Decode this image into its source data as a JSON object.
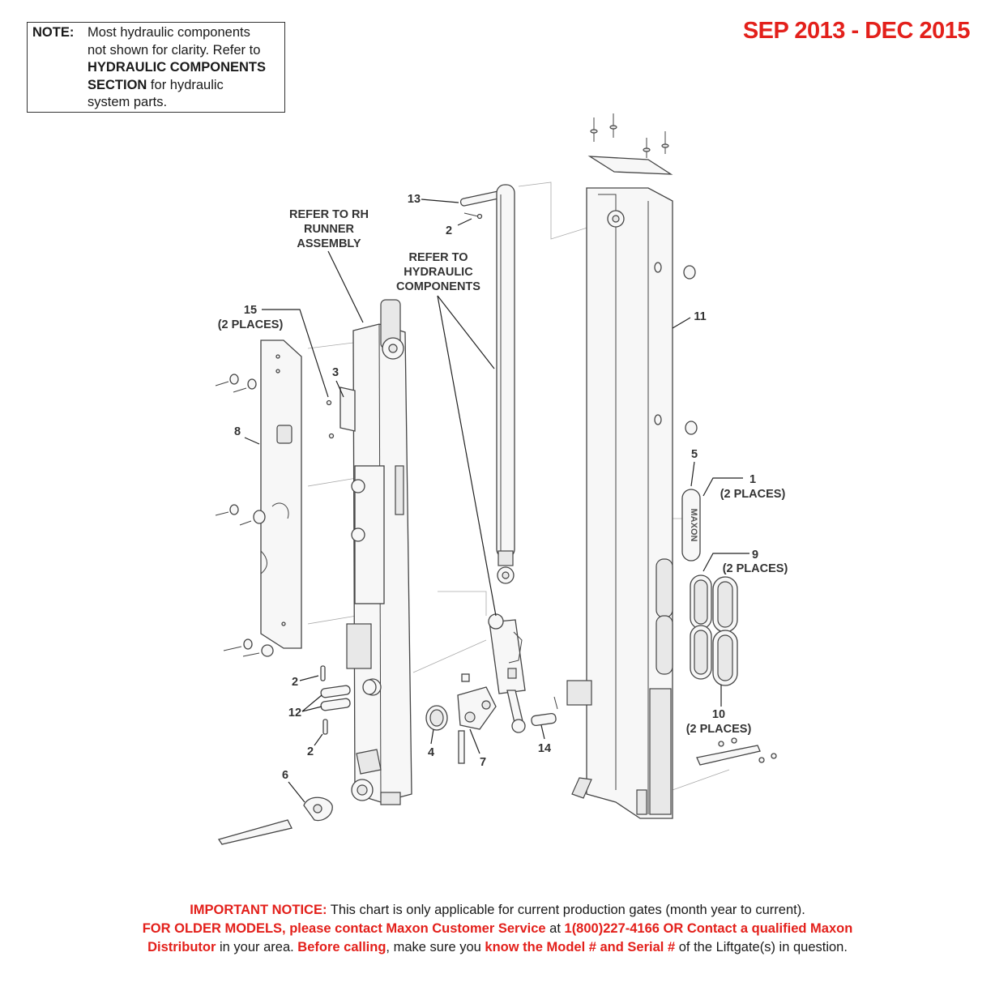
{
  "note": {
    "label": "NOTE:",
    "line1": "Most hydraulic components",
    "line2": "not shown for clarity. Refer to",
    "line3_bold": "HYDRAULIC COMPONENTS",
    "line4_bold": "SECTION",
    "line4_rest": " for hydraulic",
    "line5": "system parts."
  },
  "date_range": "SEP 2013 - DEC 2015",
  "callouts": {
    "c1": "1",
    "c1_places": "(2 PLACES)",
    "c2a": "2",
    "c2b": "2",
    "c2c": "2",
    "c3": "3",
    "c4": "4",
    "c5": "5",
    "c6": "6",
    "c7": "7",
    "c8": "8",
    "c9": "9",
    "c9_places": "(2 PLACES)",
    "c10": "10",
    "c10_places": "(2 PLACES)",
    "c11": "11",
    "c12": "12",
    "c13": "13",
    "c14": "14",
    "c15": "15",
    "c15_places": "(2 PLACES)",
    "rh_runner_1": "REFER TO RH",
    "rh_runner_2": "RUNNER",
    "rh_runner_3": "ASSEMBLY",
    "hyd_1": "REFER TO",
    "hyd_2": "HYDRAULIC",
    "hyd_3": "COMPONENTS"
  },
  "plate_text": "MAXON",
  "notice": {
    "lead_bold": "IMPORTANT NOTICE:",
    "lead_rest": " This chart is only applicable for current production gates (month year to current).",
    "l2_bold": "FOR OLDER MODELS, please contact Maxon Customer Service",
    "l2_mid": " at ",
    "l2_phone": "1(800)227-4166 OR Contact a qualified Maxon",
    "l3_bold1": "Distributor",
    "l3_t1": " in your area. ",
    "l3_bold2": "Before calling",
    "l3_t2": ", make sure you ",
    "l3_bold3": "know the Model # and Serial #",
    "l3_t3": " of the Liftgate(s) in question."
  }
}
